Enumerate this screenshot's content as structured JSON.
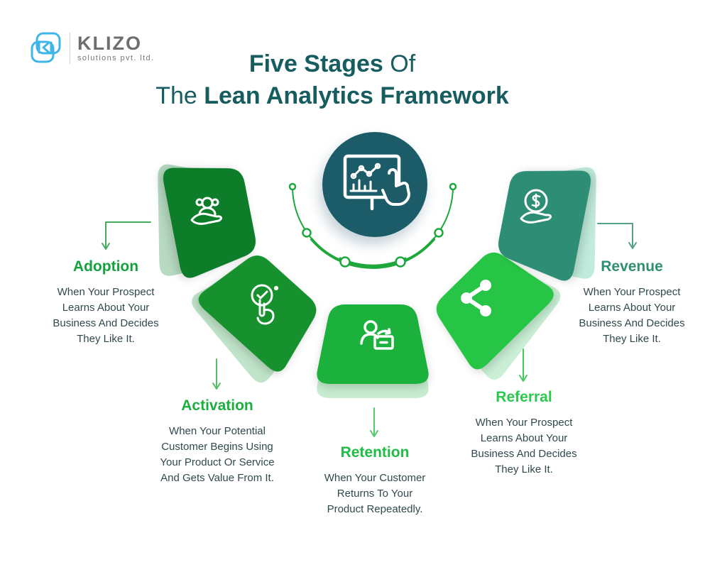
{
  "logo": {
    "name": "KLIZO",
    "subtitle": "solutions pvt. ltd.",
    "icon": "klizo-mark-icon",
    "icon_color": "#3fb6e8",
    "text_color": "#6d6e71",
    "subtitle_color": "#77787b"
  },
  "title": {
    "part1_bold": "Five Stages",
    "part1_rest": " Of",
    "part2_lead": "The ",
    "part2_bold": "Lean Analytics Framework",
    "color": "#175d60"
  },
  "center_badge": {
    "icon": "analytics-board-icon",
    "bg_color": "#1d5b67",
    "icon_color": "#ffffff"
  },
  "arc": {
    "color": "#1ea83c"
  },
  "body_text_color": "#30494d",
  "stages": [
    {
      "name": "Adoption",
      "description": "When Your Prospect Learns About Your Business And Decides They Like It.",
      "fill": "#0b7d2b",
      "shadow_fill": "#b7dac1",
      "heading_color": "#14a23d",
      "connector_color": "#46ab5e",
      "icon": "customer-in-hand-icon"
    },
    {
      "name": "Activation",
      "description": "When Your Potential Customer Begins Using Your Product Or Service And Gets Value From It.",
      "fill": "#12912f",
      "shadow_fill": "#c0e4c9",
      "heading_color": "#1cae3f",
      "connector_color": "#52bf68",
      "icon": "tap-check-icon"
    },
    {
      "name": "Retention",
      "description": "When Your Customer Returns To Your Product Repeatedly.",
      "fill": "#1db13c",
      "shadow_fill": "#c7edd1",
      "heading_color": "#21bc45",
      "connector_color": "#55ca6d",
      "icon": "returning-customer-icon"
    },
    {
      "name": "Referral",
      "description": "When Your Prospect Learns About Your Business And Decides They Like It.",
      "fill": "#27c545",
      "shadow_fill": "#c9efd5",
      "heading_color": "#2aca4e",
      "connector_color": "#44ca5e",
      "icon": "share-icon"
    },
    {
      "name": "Revenue",
      "description": "When Your Prospect Learns About Your Business And Decides They Like It.",
      "fill": "#2f8e75",
      "shadow_fill": "#c1ebdb",
      "heading_color": "#2f9074",
      "connector_color": "#55a18c",
      "icon": "coin-in-hand-icon"
    }
  ]
}
